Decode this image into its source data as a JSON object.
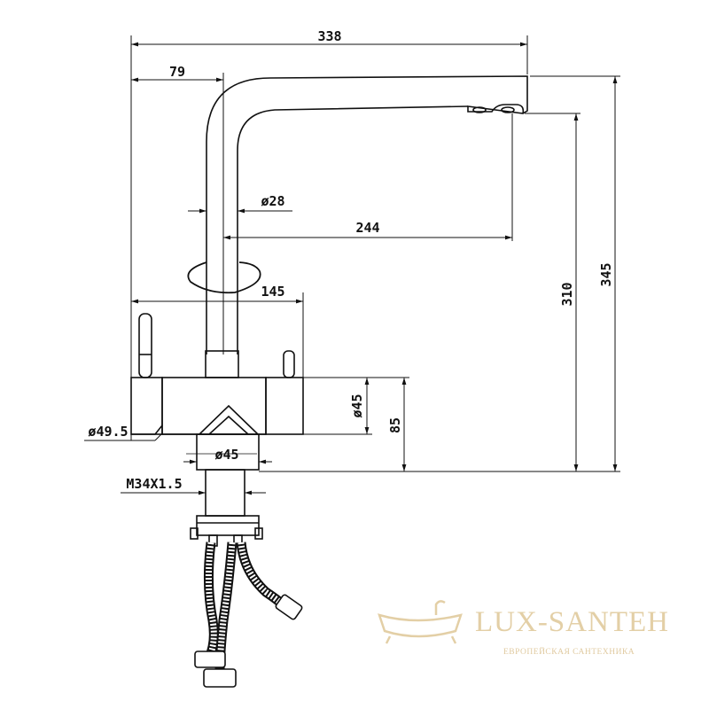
{
  "dimensions": {
    "total_reach": "338",
    "spout_offset": "79",
    "body_diameter": "ø28",
    "spout_projection": "244",
    "lever_span": "145",
    "total_height": "345",
    "spout_height": "310",
    "body_height_diameter": "ø45",
    "base_height": "85",
    "base_diameter": "ø45",
    "handle_diameter": "ø49.5",
    "thread": "M34X1.5"
  },
  "watermark": {
    "brand": "LUX-SANTEH",
    "tagline": "ЕВРОПЕЙСКАЯ САНТЕХНИКА"
  },
  "colors": {
    "line": "#111111",
    "watermark": "#e3cfa6"
  }
}
